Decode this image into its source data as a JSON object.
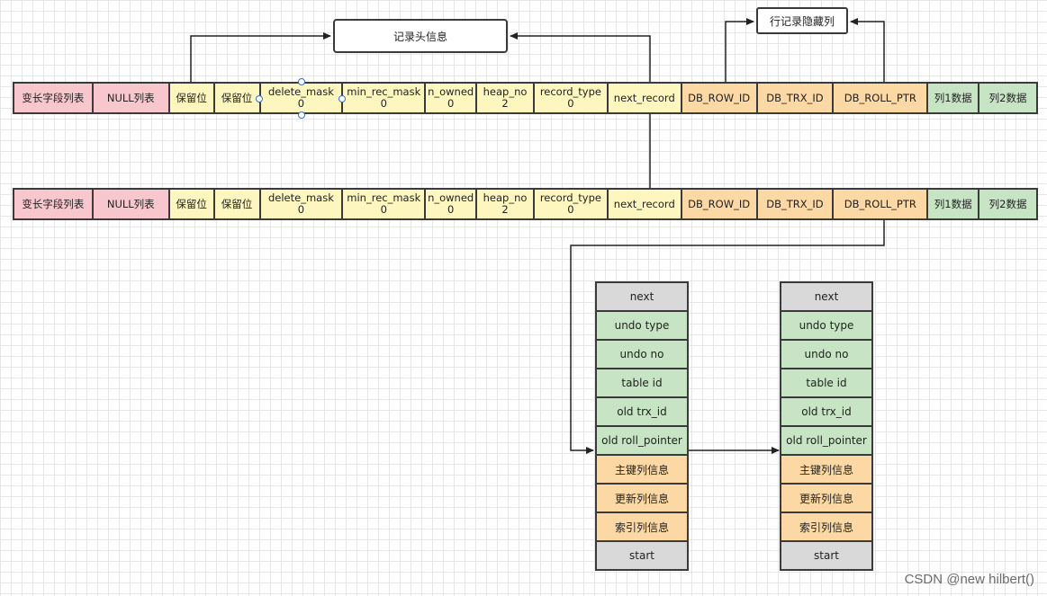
{
  "record_row_1": {
    "cells": [
      {
        "label": "变长字段列表",
        "value": ""
      },
      {
        "label": "NULL列表",
        "value": ""
      },
      {
        "label": "保留位",
        "value": ""
      },
      {
        "label": "保留位",
        "value": ""
      },
      {
        "label": "delete_mask",
        "value": "0"
      },
      {
        "label": "min_rec_mask",
        "value": "0"
      },
      {
        "label": "n_owned",
        "value": "0"
      },
      {
        "label": "heap_no",
        "value": "2"
      },
      {
        "label": "record_type",
        "value": "0"
      },
      {
        "label": "next_record",
        "value": ""
      },
      {
        "label": "DB_ROW_ID",
        "value": ""
      },
      {
        "label": "DB_TRX_ID",
        "value": ""
      },
      {
        "label": "DB_ROLL_PTR",
        "value": ""
      },
      {
        "label": "列1数据",
        "value": ""
      },
      {
        "label": "列2数据",
        "value": ""
      }
    ]
  },
  "record_row_2": {
    "cells": [
      {
        "label": "变长字段列表",
        "value": ""
      },
      {
        "label": "NULL列表",
        "value": ""
      },
      {
        "label": "保留位",
        "value": ""
      },
      {
        "label": "保留位",
        "value": ""
      },
      {
        "label": "delete_mask",
        "value": "0"
      },
      {
        "label": "min_rec_mask",
        "value": "0"
      },
      {
        "label": "n_owned",
        "value": "0"
      },
      {
        "label": "heap_no",
        "value": "2"
      },
      {
        "label": "record_type",
        "value": "0"
      },
      {
        "label": "next_record",
        "value": ""
      },
      {
        "label": "DB_ROW_ID",
        "value": ""
      },
      {
        "label": "DB_TRX_ID",
        "value": ""
      },
      {
        "label": "DB_ROLL_PTR",
        "value": ""
      },
      {
        "label": "列1数据",
        "value": ""
      },
      {
        "label": "列2数据",
        "value": ""
      }
    ]
  },
  "labels": {
    "record_header_info": "记录头信息",
    "hidden_columns": "行记录隐藏列"
  },
  "undo_log_1": [
    "next",
    "undo type",
    "undo no",
    "table id",
    "old trx_id",
    "old roll_pointer",
    "主键列信息",
    "更新列信息",
    "索引列信息",
    "start"
  ],
  "undo_log_2": [
    "next",
    "undo type",
    "undo no",
    "table id",
    "old trx_id",
    "old roll_pointer",
    "主键列信息",
    "更新列信息",
    "索引列信息",
    "start"
  ],
  "watermark": "CSDN @new hilbert()",
  "colors": {
    "pink": "#f7c7cd",
    "yellow": "#fdf6bf",
    "orange": "#fbd8a4",
    "green": "#c7e4c4",
    "gray": "#d9d9d9",
    "line": "#3a3a3a"
  }
}
